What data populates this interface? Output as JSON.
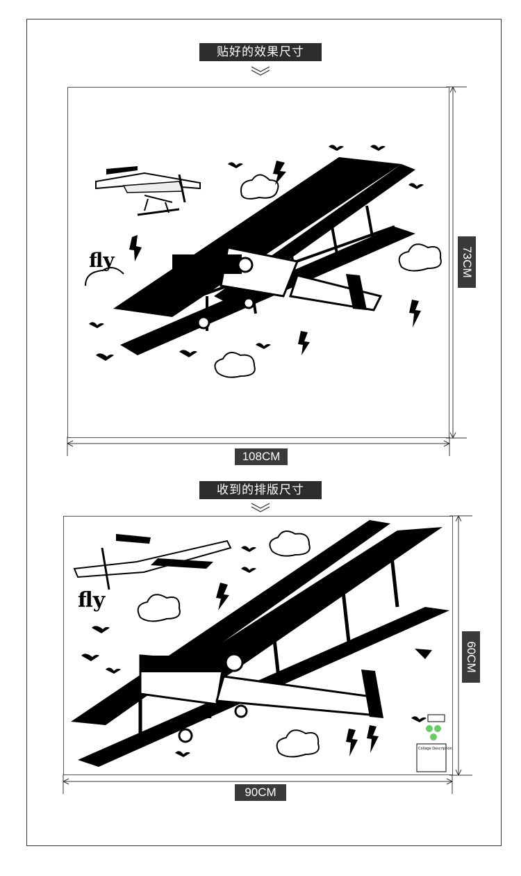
{
  "sections": {
    "installed_title": "贴好的效果尺寸",
    "received_title": "收到的排版尺寸"
  },
  "dimensions": {
    "installed_width": "108CM",
    "installed_height": "73CM",
    "received_width": "90CM",
    "received_height": "60CM"
  },
  "panel1": {
    "text": "fly"
  },
  "panel2": {
    "text": "fly",
    "sticker_label": "Collage Description"
  },
  "icons": [
    "chevron-down-icon",
    "biplane-illustration",
    "small-plane-illustration",
    "cloud-icon",
    "lightning-icon",
    "bird-icon",
    "barcode-icon",
    "eco-badge-icon"
  ]
}
